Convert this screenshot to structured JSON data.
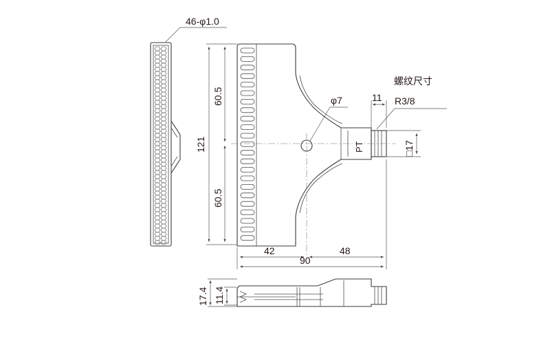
{
  "colors": {
    "line": "#3a3a3a",
    "text": "#231815",
    "background": "#ffffff"
  },
  "labels": {
    "holes": "46-φ1.0",
    "hole_dia": "φ7",
    "thread_title": "螺纹尺寸",
    "thread_spec": "R3/8",
    "pt": "PT",
    "thread_len": "11",
    "hex_size": "□17",
    "overall_height": "121",
    "half_upper": "60.5",
    "half_lower": "60.5",
    "width_left": "42",
    "width_right": "48",
    "overall_width": "90",
    "side_height": "17.4",
    "side_inner": "11.4"
  }
}
